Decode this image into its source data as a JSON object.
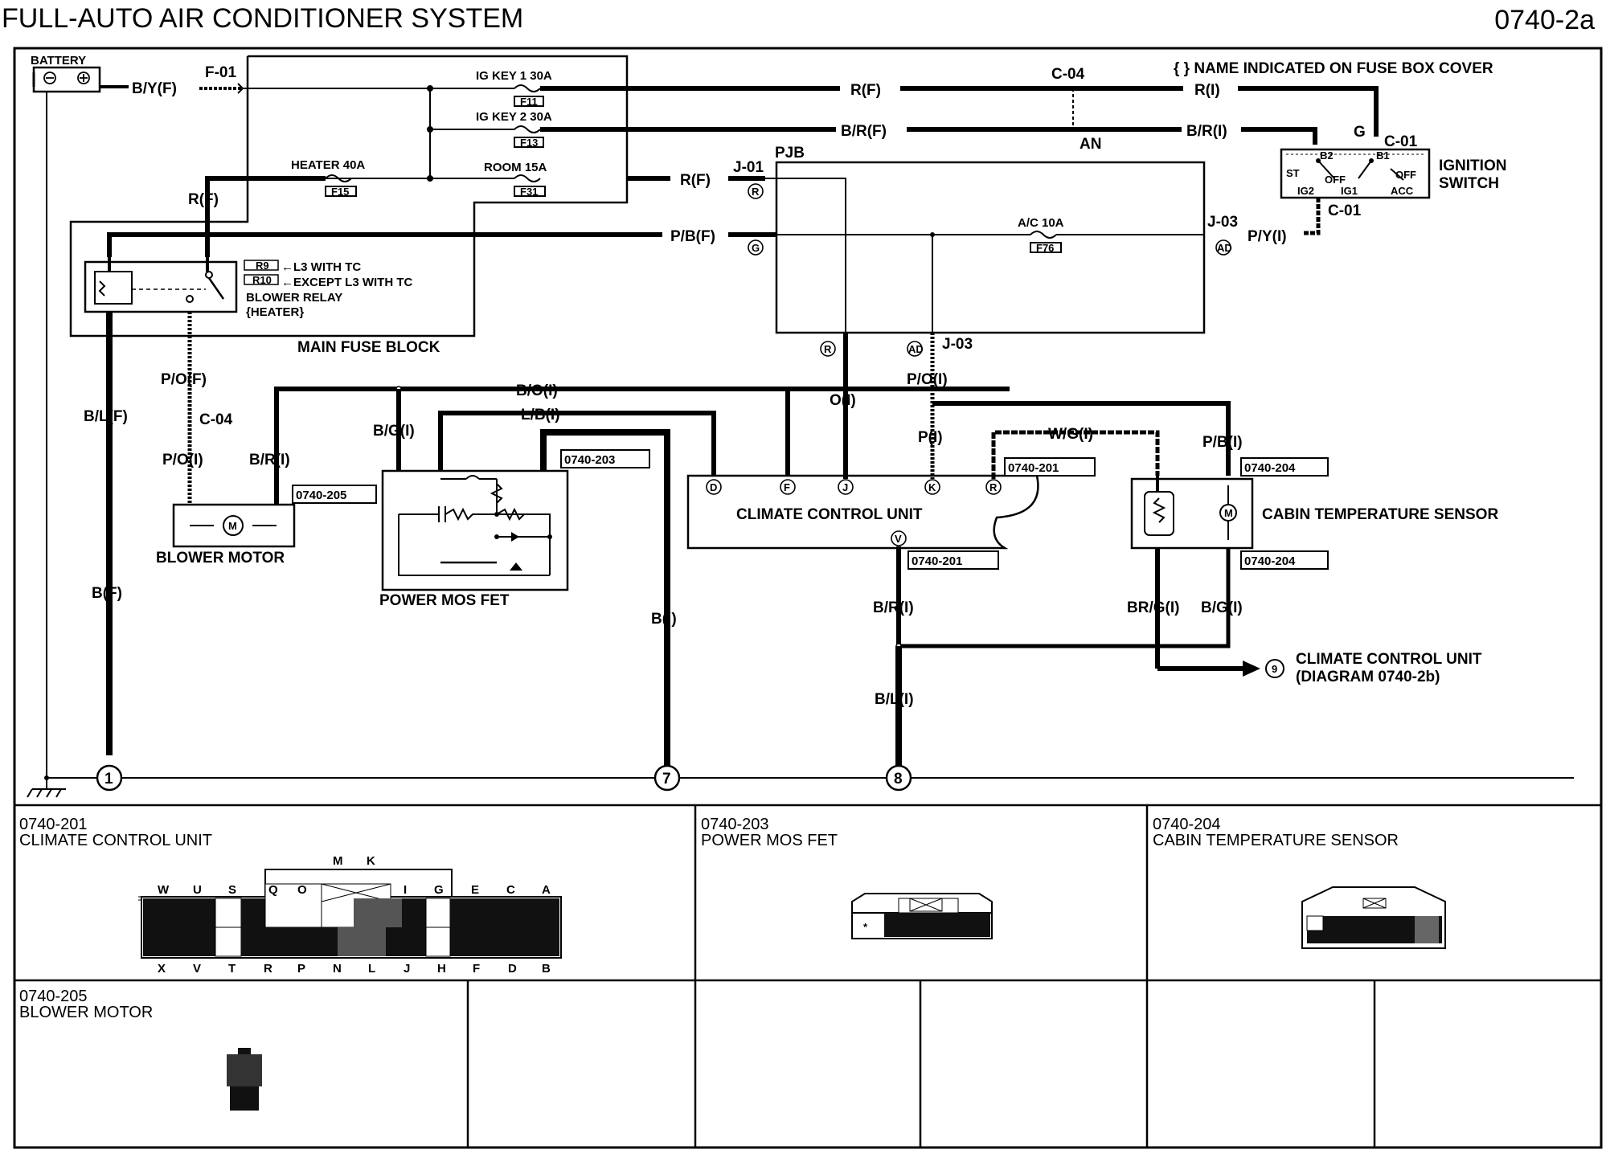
{
  "header": {
    "title": "FULL-AUTO AIR CONDITIONER SYSTEM",
    "code": "0740-2a"
  },
  "legend_note": "{ } NAME INDICATED ON FUSE BOX COVER",
  "components": {
    "battery": "BATTERY",
    "main_fuse_block": "MAIN FUSE BLOCK",
    "pjb": "PJB",
    "ignition_switch_line1": "IGNITION",
    "ignition_switch_line2": "SWITCH",
    "blower_relay_r9": "←L3 WITH TC",
    "blower_relay_r10": "←EXCEPT L3 WITH TC",
    "blower_relay_line1": "BLOWER RELAY",
    "blower_relay_line2": "{HEATER}",
    "blower_motor": "BLOWER MOTOR",
    "power_mos_fet": "POWER MOS FET",
    "climate_control_unit": "CLIMATE CONTROL UNIT",
    "cabin_temperature_sensor": "CABIN TEMPERATURE SENSOR",
    "ccu_ref_line1": "CLIMATE CONTROL UNIT",
    "ccu_ref_line2": "(DIAGRAM  0740-2b)"
  },
  "fuses": {
    "ig_key1": "IG KEY 1 30A",
    "ig_key1_id": "F11",
    "ig_key2": "IG KEY 2 30A",
    "ig_key2_id": "F13",
    "heater": "HEATER 40A",
    "heater_id": "F15",
    "room": "ROOM 15A",
    "room_id": "F31",
    "ac": "A/C 10A",
    "ac_id": "F76",
    "relay_r9": "R9",
    "relay_r10": "R10"
  },
  "wires": {
    "by_f": "B/Y(F)",
    "r_f_top": "R(F)",
    "r_i": "R(I)",
    "br_f": "B/R(F)",
    "br_i_top": "B/R(I)",
    "r_f_left": "R(F)",
    "r_f_pjb": "R(F)",
    "pb_f": "P/B(F)",
    "py_i": "P/Y(I)",
    "po_f": "P/O(F)",
    "po_i_left": "P/O(I)",
    "br_i_blower": "B/R(I)",
    "bl_f": "B/L(F)",
    "b_f": "B(F)",
    "bo_i": "B/O(I)",
    "lb_i": "L/B(I)",
    "bg_i": "B/G(I)",
    "b_i": "B(I)",
    "o_i": "O(I)",
    "po_i_mid": "P/O(I)",
    "p_i": "P(I)",
    "wg_i": "W/G(I)",
    "pb_i": "P/B(I)",
    "br_i_ccu": "B/R(I)",
    "bl_i": "B/L(I)",
    "brg_i": "BR/G(I)",
    "bg_i_sensor": "B/G(I)"
  },
  "connectors": {
    "f01": "F-01",
    "c04_top": "C-04",
    "an": "AN",
    "g": "G",
    "c01_top": "C-01",
    "c01_bottom": "C-01",
    "j01": "J-01",
    "j03_right": "J-03",
    "j03_bottom": "J-03",
    "c04_left": "C-04",
    "r_top": "R",
    "g_pin": "G",
    "ad_right": "AD",
    "r_bottom": "R",
    "ad_bottom": "AD",
    "ref_205": "0740-205",
    "ref_203": "0740-203",
    "ref_201_top": "0740-201",
    "ref_204_top": "0740-204",
    "ref_201_bottom": "0740-201",
    "ref_204_bottom": "0740-204",
    "ccu_pin_d": "D",
    "ccu_pin_f": "F",
    "ccu_pin_j": "J",
    "ccu_pin_k": "K",
    "ccu_pin_r": "R",
    "ccu_pin_v": "V",
    "ccu_ref_num": "9"
  },
  "ignition_terminals": {
    "b2": "B2",
    "b1": "B1",
    "off1": "OFF",
    "off2": "OFF",
    "st": "ST",
    "ig2": "IG2",
    "ig1": "IG1",
    "acc": "ACC"
  },
  "grounds": {
    "g1": "1",
    "g7": "7",
    "g8": "8"
  },
  "connector_views": {
    "ccu": {
      "id": "0740-201",
      "name": "CLIMATE CONTROL UNIT",
      "top_letters": [
        "W",
        "U",
        "S",
        "Q",
        "O",
        "I",
        "G",
        "E",
        "C",
        "A"
      ],
      "mk_letters": [
        "M",
        "K"
      ],
      "bottom_letters": [
        "X",
        "V",
        "T",
        "R",
        "P",
        "N",
        "L",
        "J",
        "H",
        "F",
        "D",
        "B"
      ]
    },
    "mosfet": {
      "id": "0740-203",
      "name": "POWER MOS FET"
    },
    "cabin": {
      "id": "0740-204",
      "name": "CABIN TEMPERATURE SENSOR"
    },
    "blower": {
      "id": "0740-205",
      "name": "BLOWER MOTOR"
    }
  }
}
